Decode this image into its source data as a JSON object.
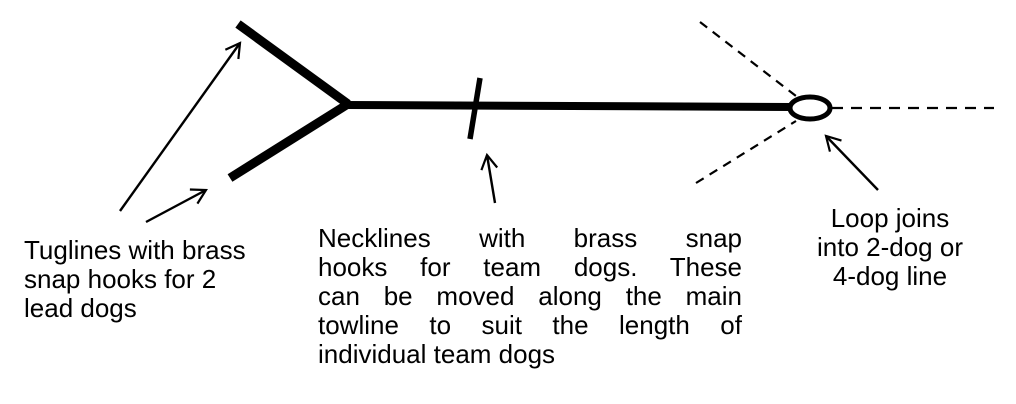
{
  "labels": {
    "tuglines": [
      "Tuglines with brass",
      "snap hooks for 2",
      "lead dogs"
    ],
    "necklines": [
      "Necklines with brass snap",
      "hooks for team dogs.  These",
      "can be moved along the main",
      "towline to suit the length of",
      "individual team dogs"
    ],
    "loop": [
      "Loop joins",
      "into 2-dog or",
      "4-dog line"
    ]
  },
  "colors": {
    "line": "#000000",
    "background": "#ffffff"
  }
}
